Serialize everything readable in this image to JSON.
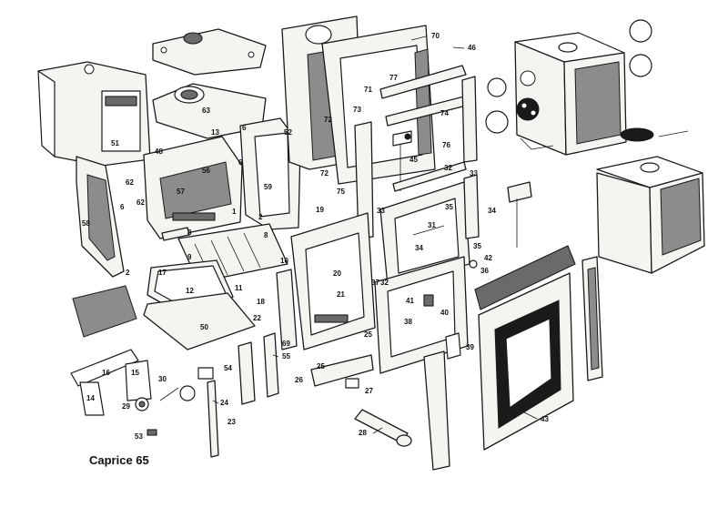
{
  "caption": "Caprice 65",
  "callouts": [
    "70",
    "46",
    "71",
    "77",
    "72",
    "73",
    "74",
    "76",
    "52",
    "72",
    "45",
    "13",
    "6",
    "63",
    "51",
    "48",
    "56",
    "6",
    "62",
    "57",
    "59",
    "62",
    "6",
    "58",
    "75",
    "19",
    "2",
    "1",
    "8",
    "9",
    "8",
    "10",
    "11",
    "18",
    "17",
    "12",
    "2",
    "20",
    "21",
    "69",
    "22",
    "50",
    "16",
    "15",
    "14",
    "30",
    "29",
    "53",
    "24",
    "23",
    "54",
    "55",
    "25",
    "26",
    "27",
    "37",
    "25",
    "33",
    "32",
    "33",
    "35",
    "31",
    "34",
    "34",
    "35",
    "42",
    "36",
    "32",
    "41",
    "40",
    "38",
    "39",
    "28",
    "43"
  ]
}
